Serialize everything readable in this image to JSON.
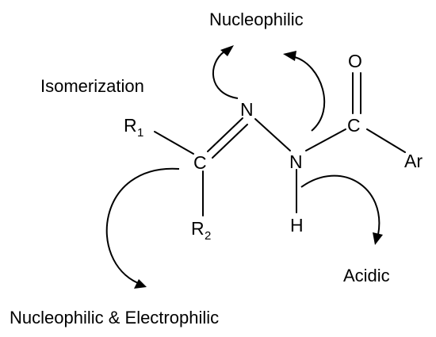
{
  "labels": {
    "nucleophilic_top": "Nucleophilic",
    "isomerization": "Isomerization",
    "acidic": "Acidic",
    "nucleophilic_electrophilic": "Nucleophilic & Electrophilic"
  },
  "atoms": {
    "r1": "R",
    "r1_sub": "1",
    "r2": "R",
    "r2_sub": "2",
    "c_imine": "C",
    "n_imine": "N",
    "n_amide": "N",
    "h": "H",
    "c_carbonyl": "C",
    "o": "O",
    "ar": "Ar"
  }
}
